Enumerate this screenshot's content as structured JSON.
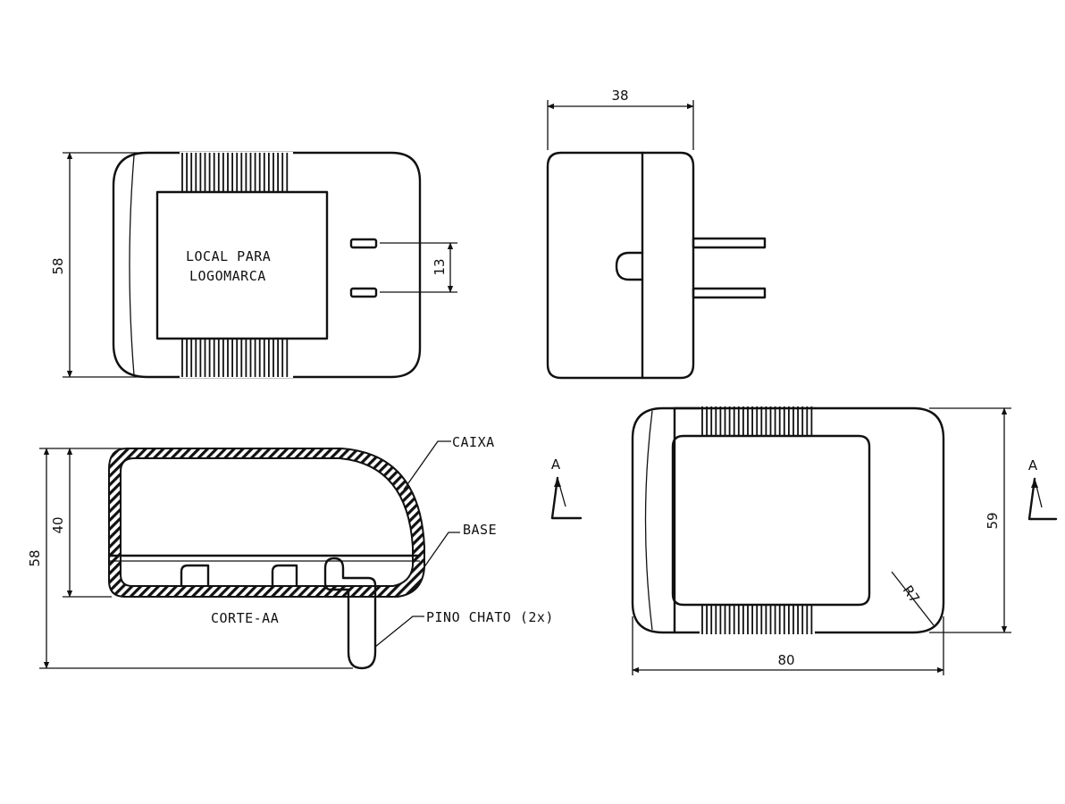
{
  "top_view": {
    "logo_area_line1": "LOCAL PARA",
    "logo_area_line2": "LOGOMARCA",
    "dim_height": "58",
    "dim_pin_spacing": "13"
  },
  "side_view": {
    "dim_width": "38"
  },
  "section_view": {
    "title": "CORTE-AA",
    "label_case": "CAIXA",
    "label_base": "BASE",
    "label_pin": "PINO CHATO (2x)",
    "dim_inner_height": "40",
    "dim_total_height": "58"
  },
  "bottom_view": {
    "dim_height": "59",
    "dim_width": "80",
    "dim_radius": "R7"
  },
  "section_markers": {
    "left_letter": "A",
    "right_letter": "A"
  }
}
